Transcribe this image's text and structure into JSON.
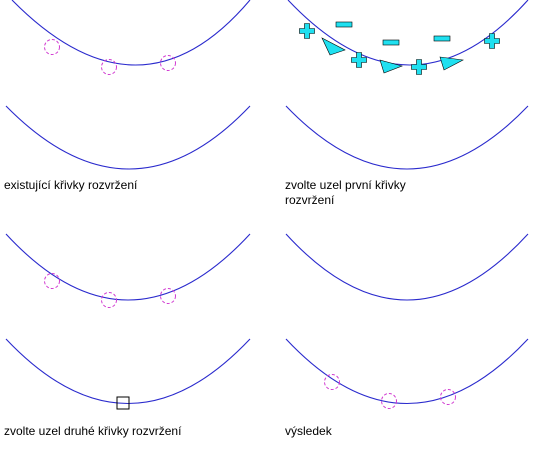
{
  "panels": [
    {
      "caption": "existující křivky rozvržení"
    },
    {
      "caption": "zvolte uzel první křivky rozvržení"
    },
    {
      "caption": "zvolte uzel druhé křivky rozvržení"
    },
    {
      "caption": "výsledek"
    }
  ],
  "colors": {
    "curve": "#2a2acd",
    "node_marker": "#d13bd1",
    "grip": "#1fe0f0",
    "grip_outline": "#000000",
    "text": "#000000"
  },
  "icons": {
    "node": "dashed-circle-node-icon",
    "selected_node": "square-node-icon",
    "add_grip": "plus-grip-icon",
    "remove_grip": "minus-grip-icon",
    "direction_grip": "triangle-grip-icon"
  }
}
